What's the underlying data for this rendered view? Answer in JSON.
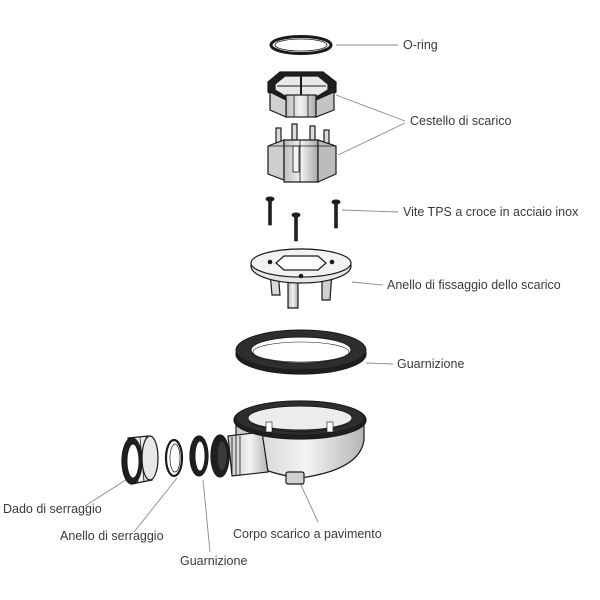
{
  "labels": {
    "oring": "O-ring",
    "cestello": "Cestello di scarico",
    "vite": "Vite TPS a croce in acciaio inox",
    "anello_fissaggio": "Anello di fissaggio dello scarico",
    "guarnizione_top": "Guarnizione",
    "corpo": "Corpo scarico a pavimento",
    "dado": "Dado di serraggio",
    "anello_serraggio": "Anello di serraggio",
    "guarnizione_bottom": "Guarnizione"
  },
  "colors": {
    "stroke": "#1a1a1a",
    "leader": "#8a8a8a",
    "label": "#3a3a3a",
    "fill_light": "#e6e6e6",
    "fill_dark": "#1f1f1f"
  }
}
